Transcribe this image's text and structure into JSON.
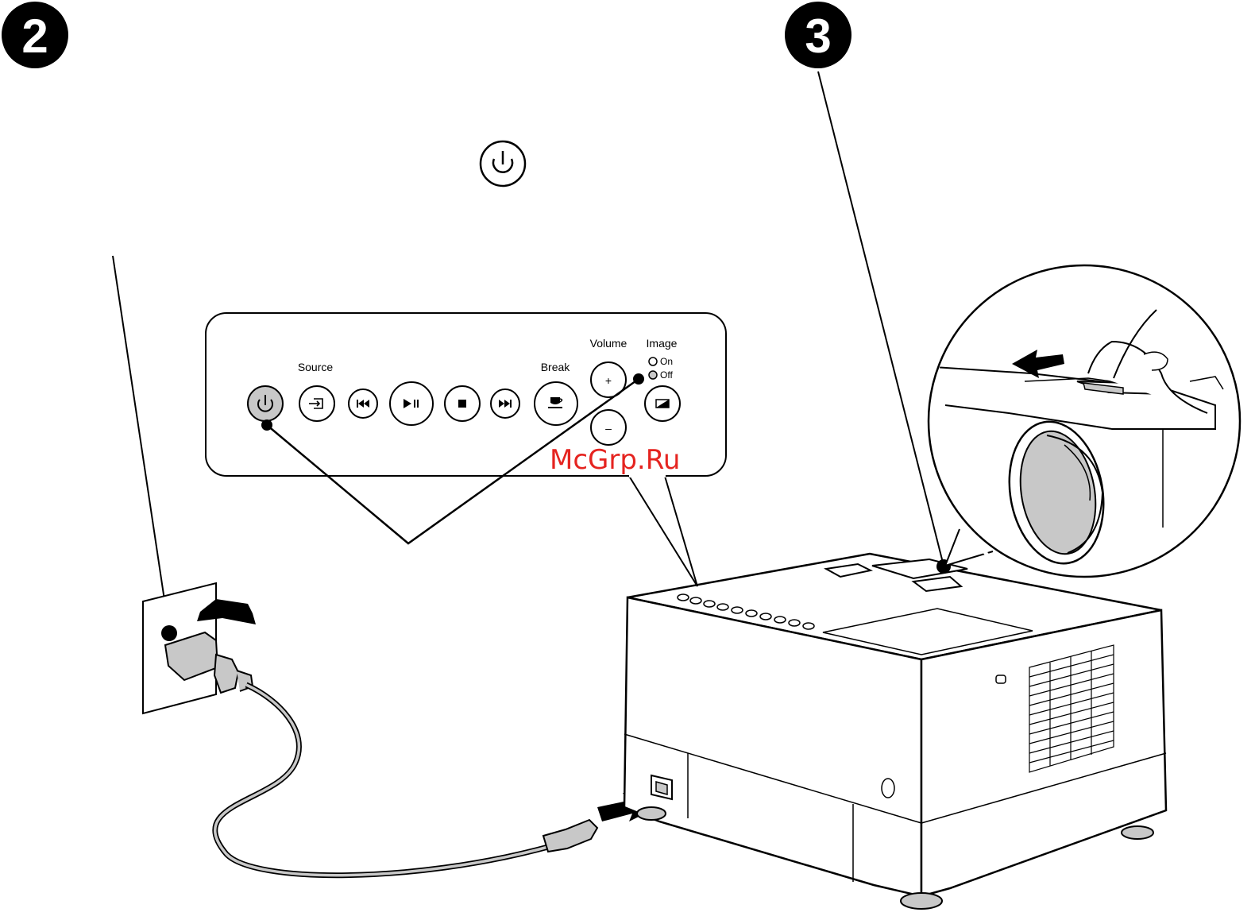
{
  "steps": {
    "left": "2",
    "right": "3"
  },
  "control_panel": {
    "source_label": "Source",
    "break_label": "Break",
    "volume_label": "Volume",
    "image_label": "Image",
    "image_on_label": "On",
    "image_off_label": "Off",
    "volume_plus": "+",
    "volume_minus": "–"
  },
  "watermark": "McGrp.Ru",
  "icons": {
    "power": "power-icon",
    "source": "source-icon",
    "prev": "previous-track-icon",
    "play_pause": "play-pause-icon",
    "stop": "stop-icon",
    "next": "next-track-icon",
    "break": "coffee-cup-icon",
    "image_off": "image-off-icon"
  },
  "colors": {
    "ink": "#000000",
    "button_fill": "#cccccc",
    "watermark": "#e52420"
  }
}
